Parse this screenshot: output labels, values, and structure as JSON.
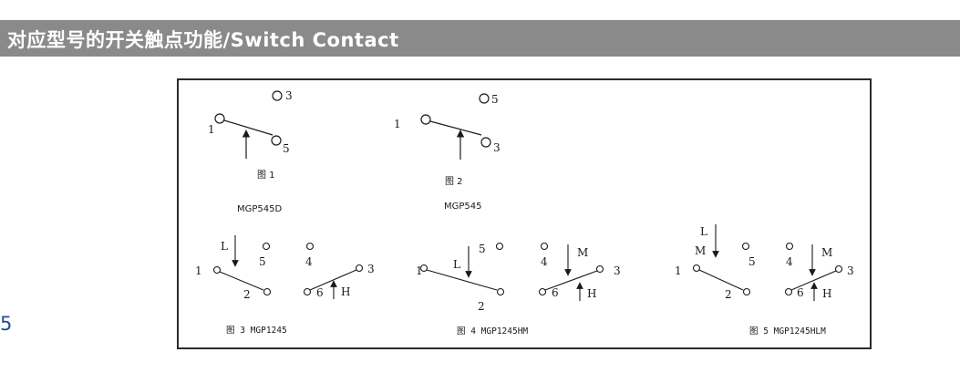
{
  "header": {
    "title": "对应型号的开关触点功能/Switch Contact",
    "background_color": "#8a8a8a",
    "text_color": "#ffffff"
  },
  "page_number": "5",
  "diagram": {
    "figure1": {
      "contact_top": "3",
      "contact_left": "1",
      "contact_right": "5",
      "caption": "图 1",
      "model": "MGP545D"
    },
    "figure2": {
      "contact_top": "5",
      "contact_left": "1",
      "contact_right": "3",
      "caption": "图 2",
      "model": "MGP545"
    },
    "figure3": {
      "left": {
        "arrow_label": "L",
        "contact_left": "1",
        "contact_top": "5",
        "contact_bottom": "2"
      },
      "right": {
        "contact_top": "4",
        "contact_right": "3",
        "contact_bottom": "6",
        "arrow_label": "H"
      },
      "caption": "图 3 MGP1245"
    },
    "figure4": {
      "left": {
        "arrow_label": "L",
        "contact_left": "1",
        "contact_top": "5",
        "contact_bottom": "2"
      },
      "right": {
        "contact_top": "4",
        "arrow_label_top": "M",
        "contact_right": "3",
        "contact_bottom": "6",
        "arrow_label_bottom": "H"
      },
      "caption": "图 4 MGP1245HM"
    },
    "figure5": {
      "left": {
        "arrow_label_l": "L",
        "arrow_label_m": "M",
        "contact_left": "1",
        "contact_top": "5",
        "contact_bottom": "2"
      },
      "right": {
        "contact_top": "4",
        "arrow_label_top": "M",
        "contact_right": "3",
        "contact_bottom": "6",
        "arrow_label_bottom": "H"
      },
      "caption": "图 5 MGP1245HLM"
    }
  }
}
